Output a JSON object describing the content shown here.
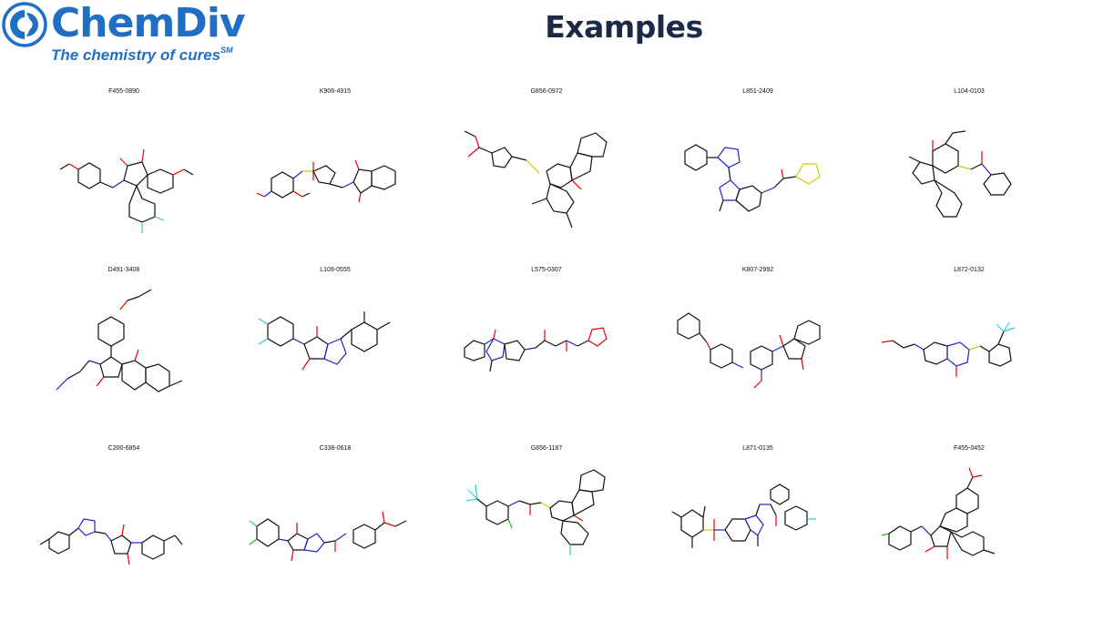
{
  "header": {
    "logo": {
      "brand": "ChemDiv",
      "tagline": "The chemistry of cures",
      "tagline_mark": "SM",
      "color": "#1f6fc5"
    },
    "title": "Examples",
    "title_color": "#1b2b45"
  },
  "compounds": [
    {
      "id": "F455-0890"
    },
    {
      "id": "K906-4915"
    },
    {
      "id": "G856-0972"
    },
    {
      "id": "L851-2409"
    },
    {
      "id": "L104-0103"
    },
    {
      "id": "D491-3408"
    },
    {
      "id": "L109-0555"
    },
    {
      "id": "L575-0307"
    },
    {
      "id": "K807-2992"
    },
    {
      "id": "L872-0132"
    },
    {
      "id": "C200-6854"
    },
    {
      "id": "C338-0618"
    },
    {
      "id": "G856-1187"
    },
    {
      "id": "L871-0135"
    },
    {
      "id": "F455-0452"
    }
  ],
  "atom_colors": {
    "oxygen": "#e00000",
    "nitrogen": "#2222cc",
    "sulfur": "#cccc00",
    "fluorine": "#33cccc",
    "chlorine": "#22bb22"
  }
}
